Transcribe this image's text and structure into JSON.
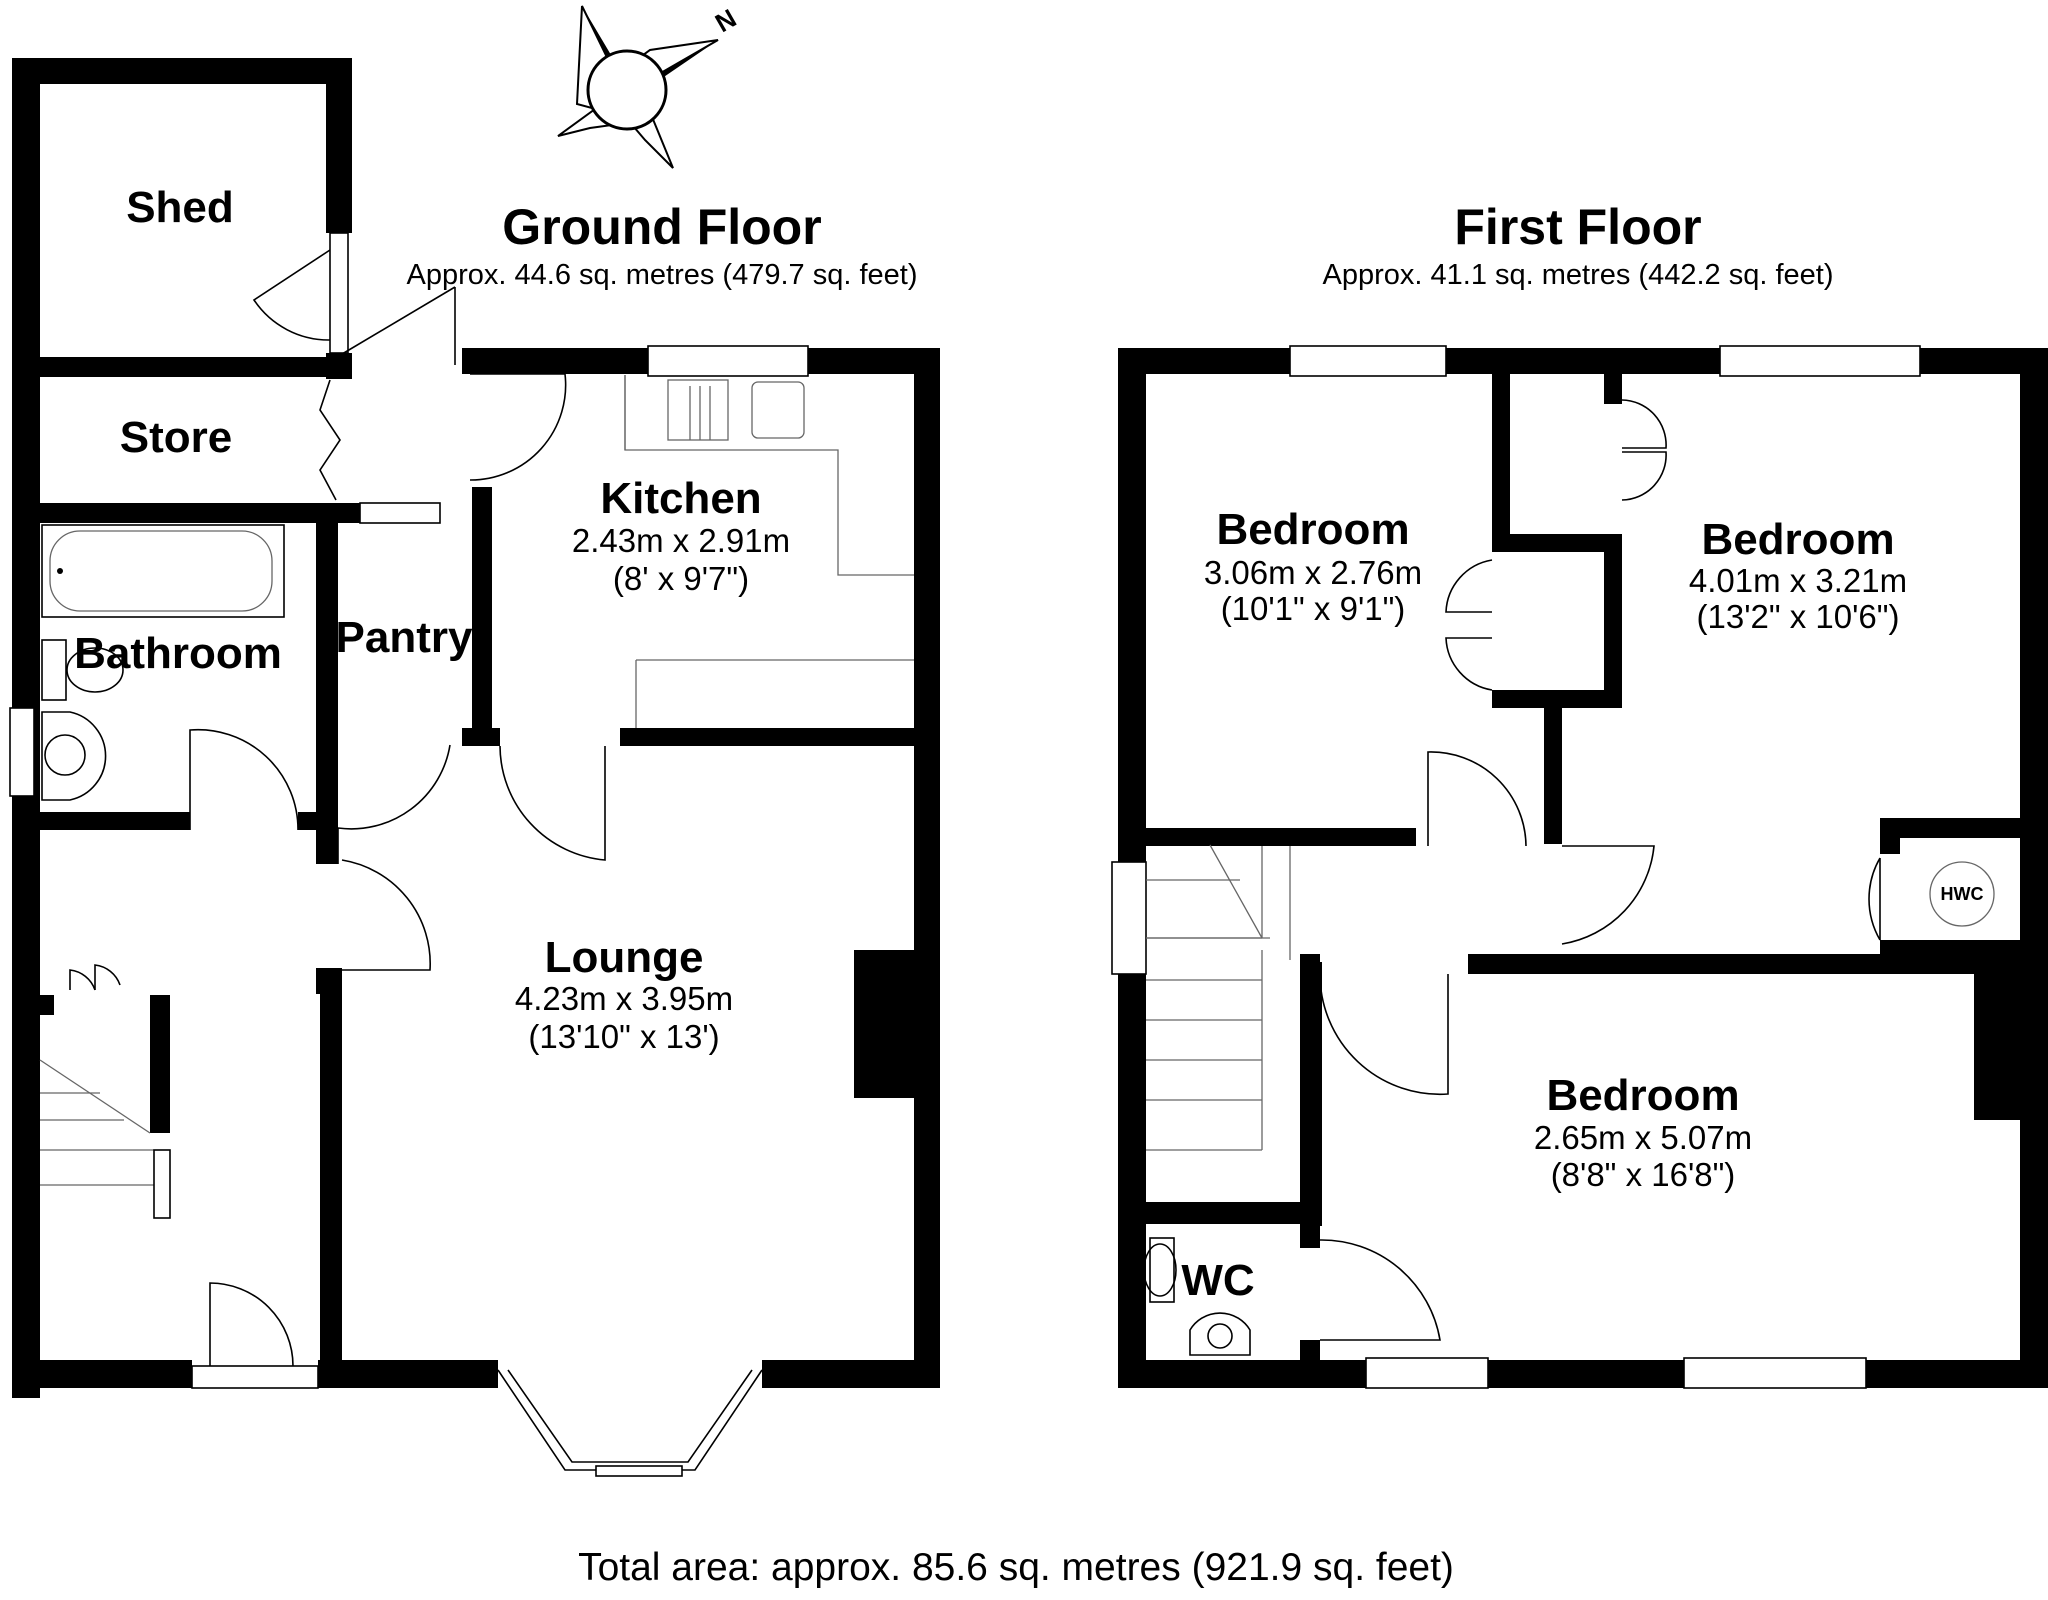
{
  "ground_floor": {
    "title": "Ground Floor",
    "area": "Approx. 44.6 sq. metres (479.7 sq. feet)",
    "rooms": {
      "shed": {
        "name": "Shed"
      },
      "store": {
        "name": "Store"
      },
      "bathroom": {
        "name": "Bathroom"
      },
      "pantry": {
        "name": "Pantry"
      },
      "kitchen": {
        "name": "Kitchen",
        "metric": "2.43m x 2.91m",
        "imperial": "(8' x 9'7\")"
      },
      "lounge": {
        "name": "Lounge",
        "metric": "4.23m x 3.95m",
        "imperial": "(13'10\" x 13')"
      }
    }
  },
  "first_floor": {
    "title": "First Floor",
    "area": "Approx. 41.1 sq. metres (442.2 sq. feet)",
    "rooms": {
      "bedroom_left": {
        "name": "Bedroom",
        "metric": "3.06m x 2.76m",
        "imperial": "(10'1\" x 9'1\")"
      },
      "bedroom_right": {
        "name": "Bedroom",
        "metric": "4.01m x 3.21m",
        "imperial": "(13'2\" x 10'6\")"
      },
      "bedroom_front": {
        "name": "Bedroom",
        "metric": "2.65m x 5.07m",
        "imperial": "(8'8\" x 16'8\")"
      },
      "wc": {
        "name": "WC"
      },
      "hwc": {
        "name": "HWC"
      }
    }
  },
  "compass": {
    "label": "N"
  },
  "total_area": "Total area: approx. 85.6 sq. metres (921.9 sq. feet)"
}
